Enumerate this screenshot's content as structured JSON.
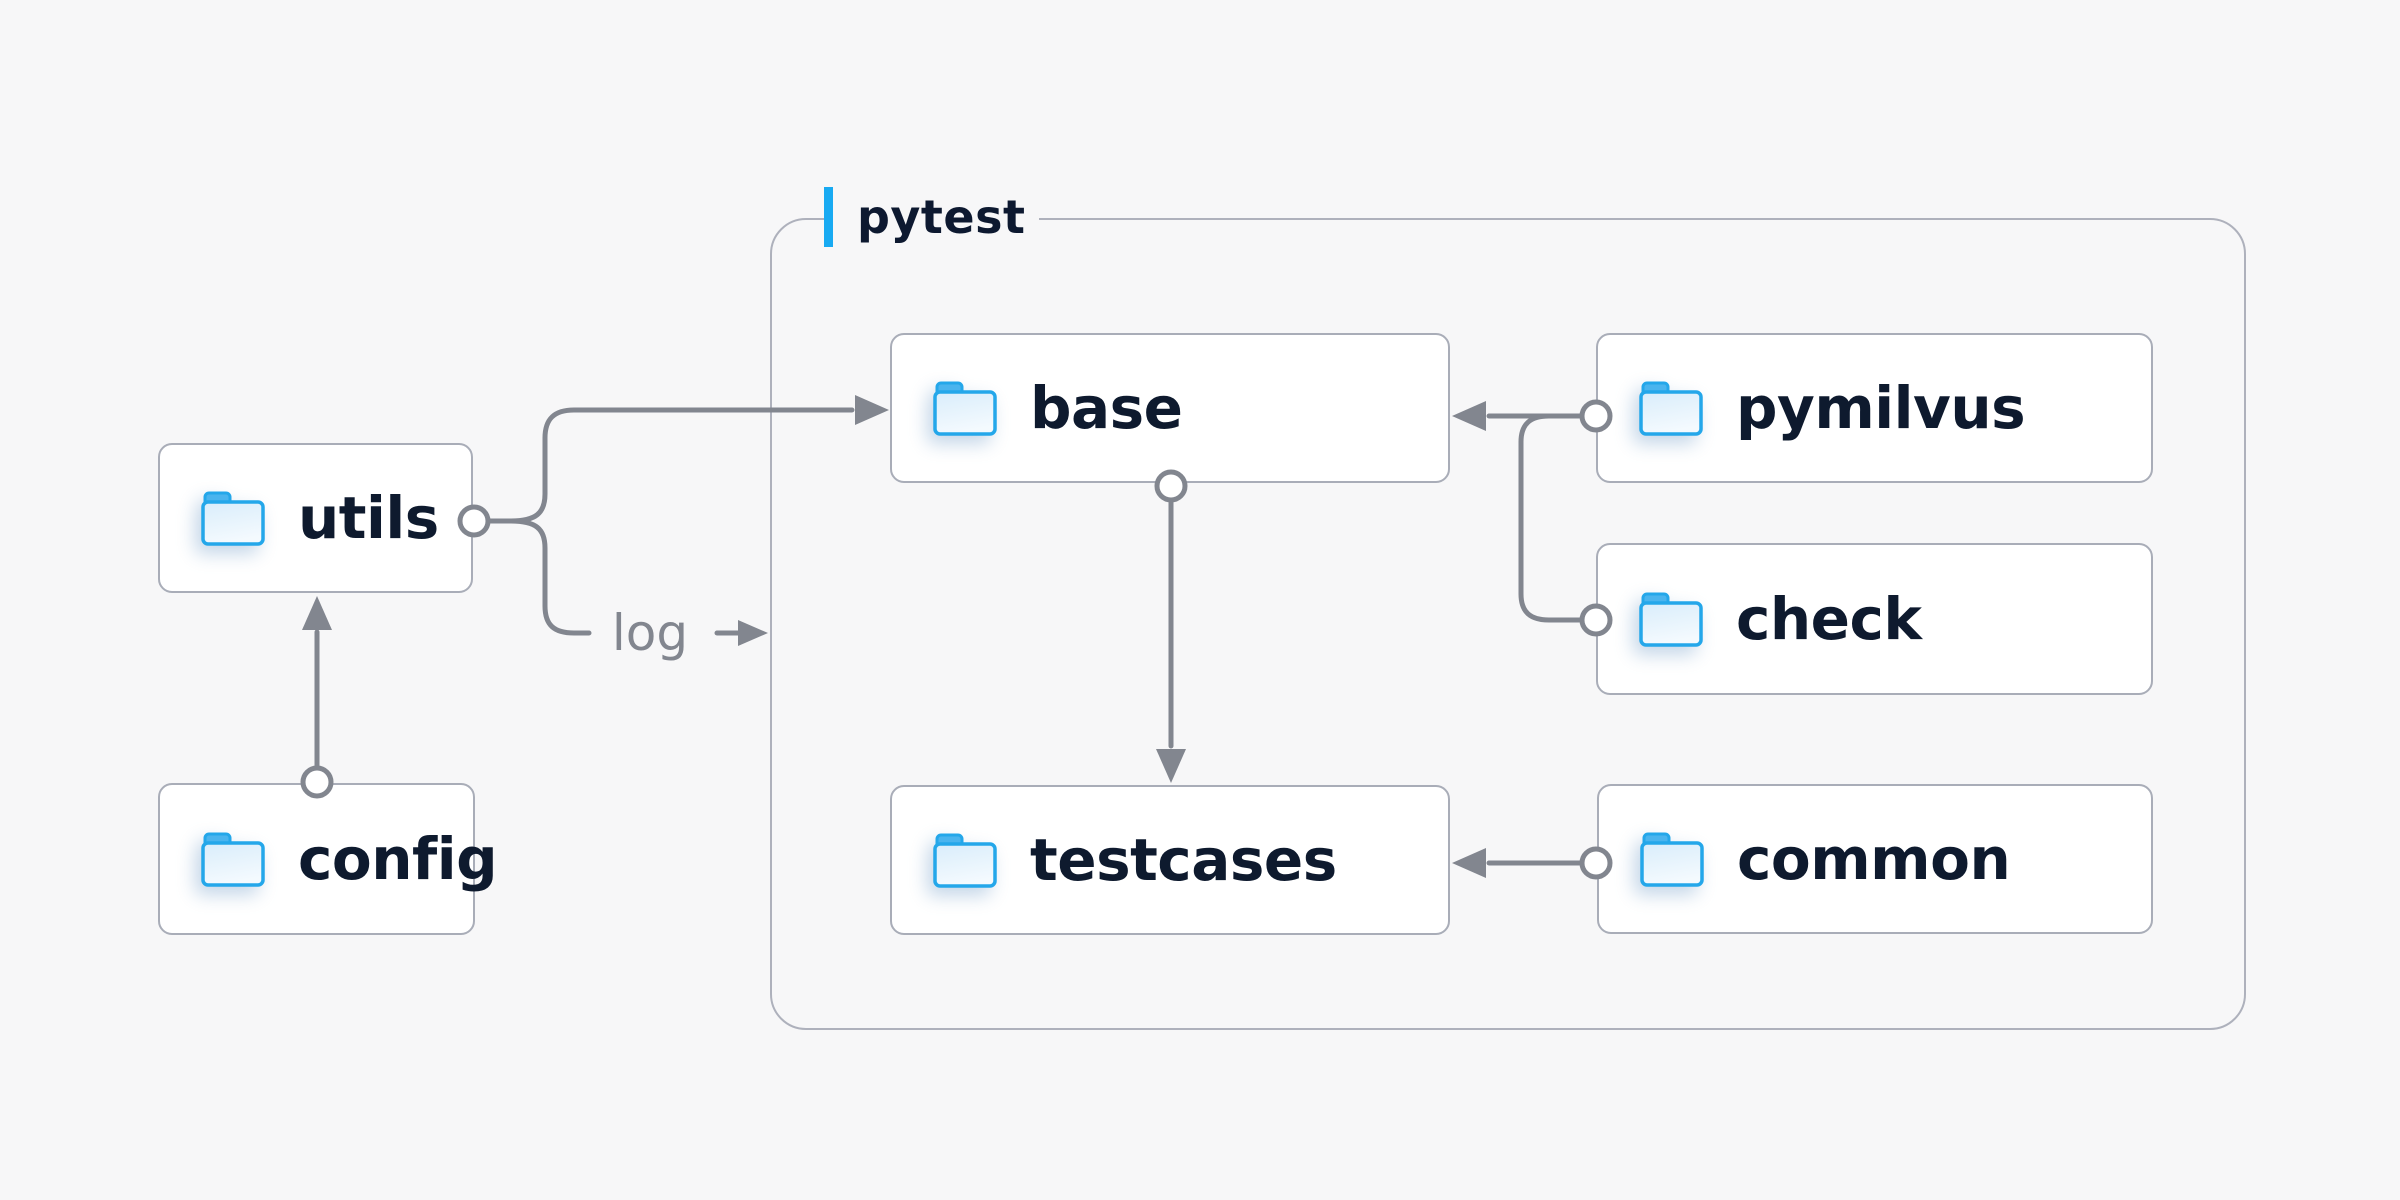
{
  "colors": {
    "background": "#f7f7f8",
    "accent_blue": "#18aaf2",
    "folder_stroke_blue": "#24a7ea",
    "folder_fill_light": "#eaf5fd",
    "connector_gray": "#82868f",
    "box_border_gray": "#a9adb8",
    "container_border_gray": "#aeb1bc",
    "label_navy": "#0e1a2e"
  },
  "diagram": {
    "group": {
      "label": "pytest"
    },
    "edge_label": "log",
    "nodes": {
      "utils": {
        "label": "utils",
        "icon": "folder-icon"
      },
      "config": {
        "label": "config",
        "icon": "folder-icon"
      },
      "base": {
        "label": "base",
        "icon": "folder-icon"
      },
      "pymilvus": {
        "label": "pymilvus",
        "icon": "folder-icon"
      },
      "check": {
        "label": "check",
        "icon": "folder-icon"
      },
      "testcases": {
        "label": "testcases",
        "icon": "folder-icon"
      },
      "common": {
        "label": "common",
        "icon": "folder-icon"
      }
    },
    "edges": [
      {
        "from": "config",
        "to": "utils",
        "style": "arrow"
      },
      {
        "from": "utils",
        "to": "base",
        "style": "arrow"
      },
      {
        "from": "utils",
        "to": "pytest-group",
        "style": "arrow",
        "label": "log"
      },
      {
        "from": "pymilvus",
        "to": "base",
        "style": "arrow"
      },
      {
        "from": "check",
        "to": "base",
        "style": "arrow"
      },
      {
        "from": "base",
        "to": "testcases",
        "style": "arrow"
      },
      {
        "from": "common",
        "to": "testcases",
        "style": "arrow"
      }
    ]
  }
}
